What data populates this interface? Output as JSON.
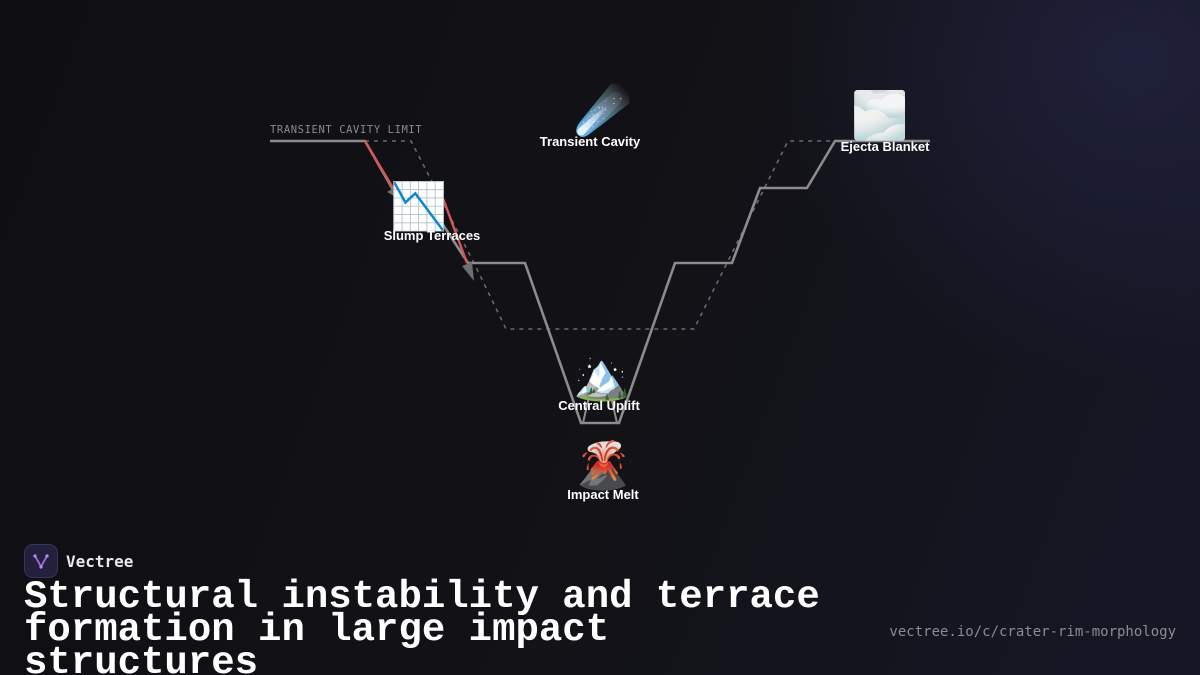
{
  "diagram": {
    "limit_label": "TRANSIENT CAVITY LIMIT",
    "nodes": {
      "transient_cavity": {
        "label": "Transient Cavity",
        "emoji": "☄️",
        "icon": "comet-icon"
      },
      "ejecta_blanket": {
        "label": "Ejecta Blanket",
        "emoji": "🌫️",
        "icon": "fog-icon"
      },
      "slump_terraces": {
        "label": "Slump Terraces",
        "emoji": "📉",
        "icon": "chart-decreasing-icon"
      },
      "central_uplift": {
        "label": "Central Uplift",
        "emoji": "🏔️",
        "icon": "snow-capped-mountain-icon"
      },
      "impact_melt": {
        "label": "Impact Melt",
        "emoji": "🌋",
        "icon": "volcano-icon"
      }
    },
    "colors": {
      "profile": "#8c8c8c",
      "transient_outline": "#6a6a6a",
      "slump_arrow": "#d65555",
      "arrow_head": "#6f6f6f"
    }
  },
  "footer": {
    "brand": "Vectree",
    "title": "Structural instability and terrace formation in large impact structures",
    "url": "vectree.io/c/crater-rim-morphology"
  }
}
